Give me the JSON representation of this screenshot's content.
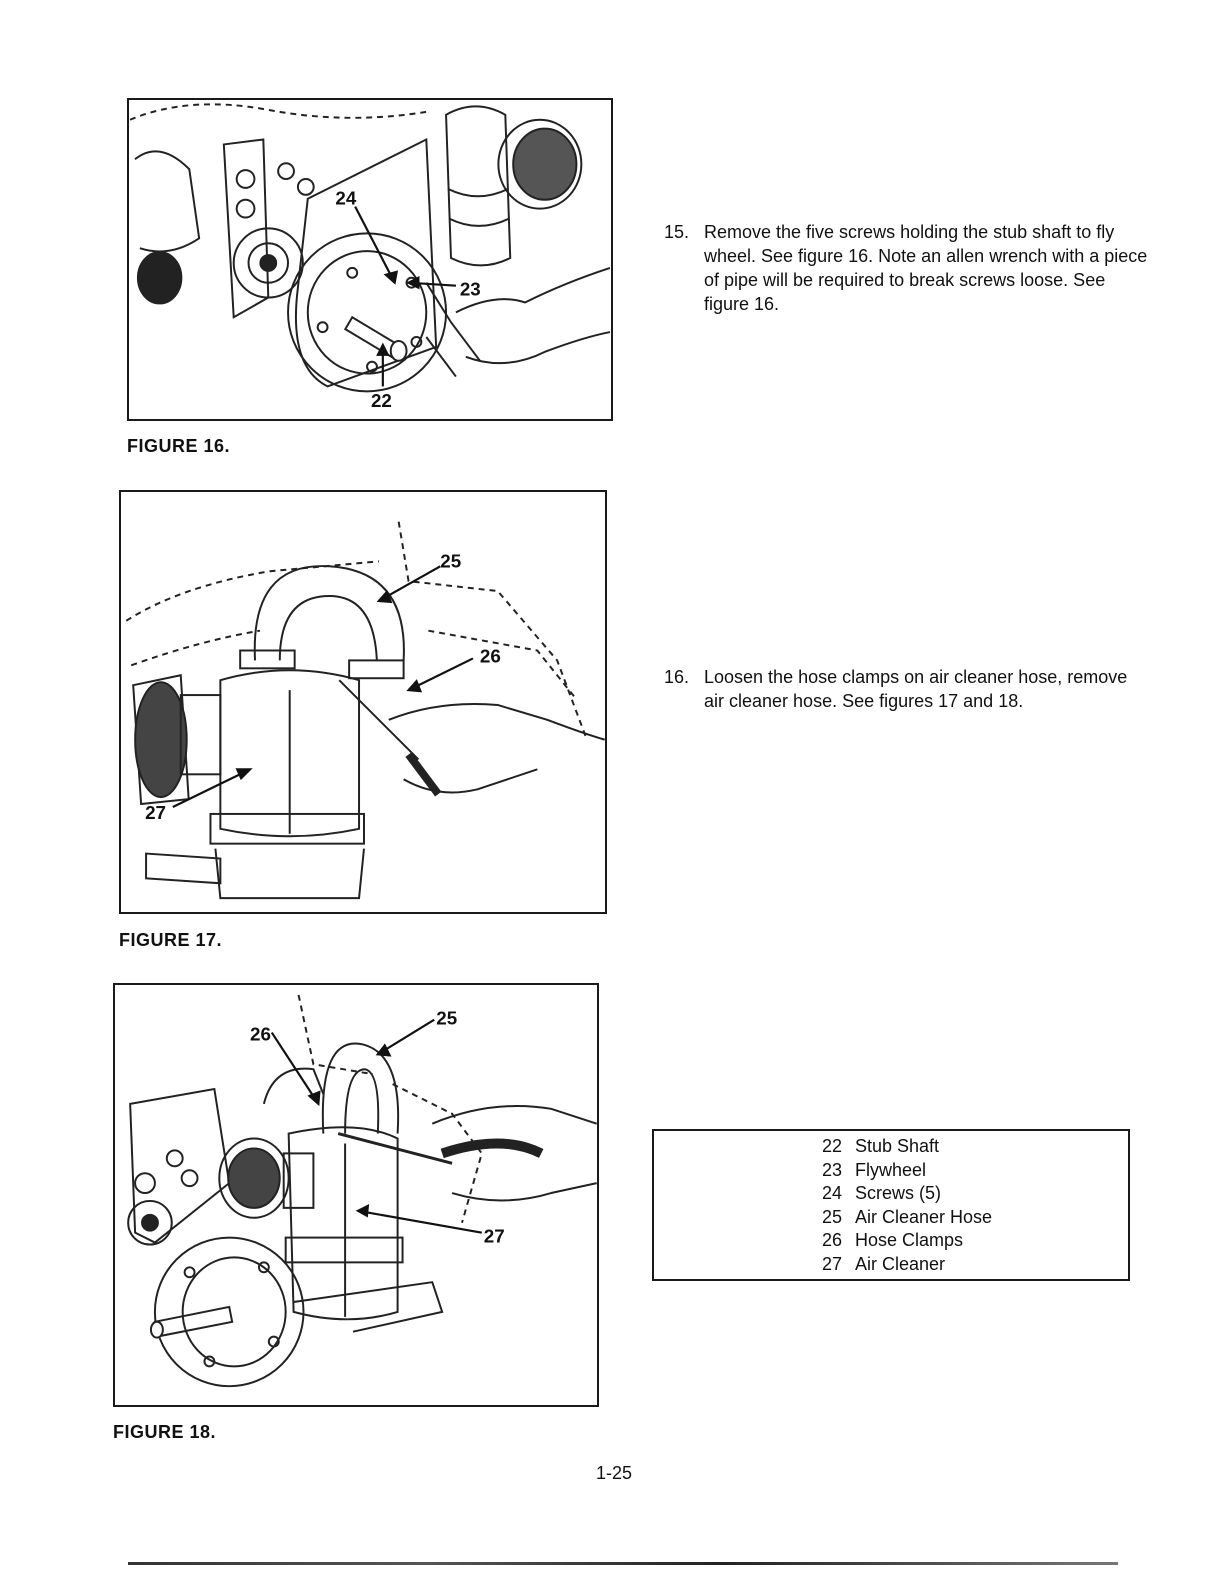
{
  "figures": [
    {
      "caption": "FIGURE 16.",
      "callouts": [
        "24",
        "23",
        "22"
      ]
    },
    {
      "caption": "FIGURE 17.",
      "callouts": [
        "25",
        "26",
        "27"
      ]
    },
    {
      "caption": "FIGURE 18.",
      "callouts": [
        "26",
        "25",
        "27"
      ]
    }
  ],
  "steps": [
    {
      "number": "15.",
      "text": "Remove the five screws holding the stub shaft to fly wheel. See figure 16. Note an allen wrench with a piece of pipe will be required to break screws loose. See figure 16."
    },
    {
      "number": "16.",
      "text": "Loosen the hose clamps on air cleaner hose, remove air cleaner hose. See figures 17 and 18."
    }
  ],
  "legend": [
    {
      "number": "22",
      "label": "Stub Shaft"
    },
    {
      "number": "23",
      "label": "Flywheel"
    },
    {
      "number": "24",
      "label": "Screws (5)"
    },
    {
      "number": "25",
      "label": "Air Cleaner Hose"
    },
    {
      "number": "26",
      "label": "Hose Clamps"
    },
    {
      "number": "27",
      "label": "Air Cleaner"
    }
  ],
  "page_number": "1-25"
}
